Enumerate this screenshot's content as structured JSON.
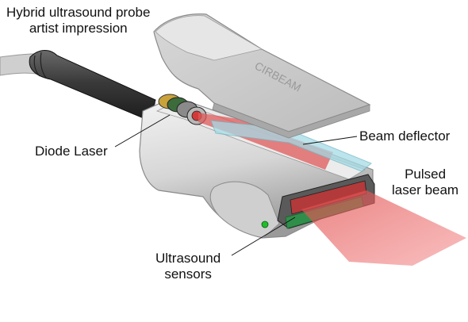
{
  "title": {
    "line1": "Hybrid ultrasound probe",
    "line2": "artist impression"
  },
  "labels": {
    "diode_laser": "Diode Laser",
    "beam_deflector": "Beam deflector",
    "pulsed_laser_line1": "Pulsed",
    "pulsed_laser_line2": "laser beam",
    "ultrasound_line1": "Ultrasound",
    "ultrasound_line2": "sensors"
  },
  "lid_engraving": "CIRBEAM",
  "colors": {
    "laser_beam": "#f06a6a",
    "sensor_green": "#2f8f4a",
    "deflector_cyan": "#a6dce6",
    "probe_body": "#d9d9d9",
    "cable": "#3a3a3a"
  }
}
